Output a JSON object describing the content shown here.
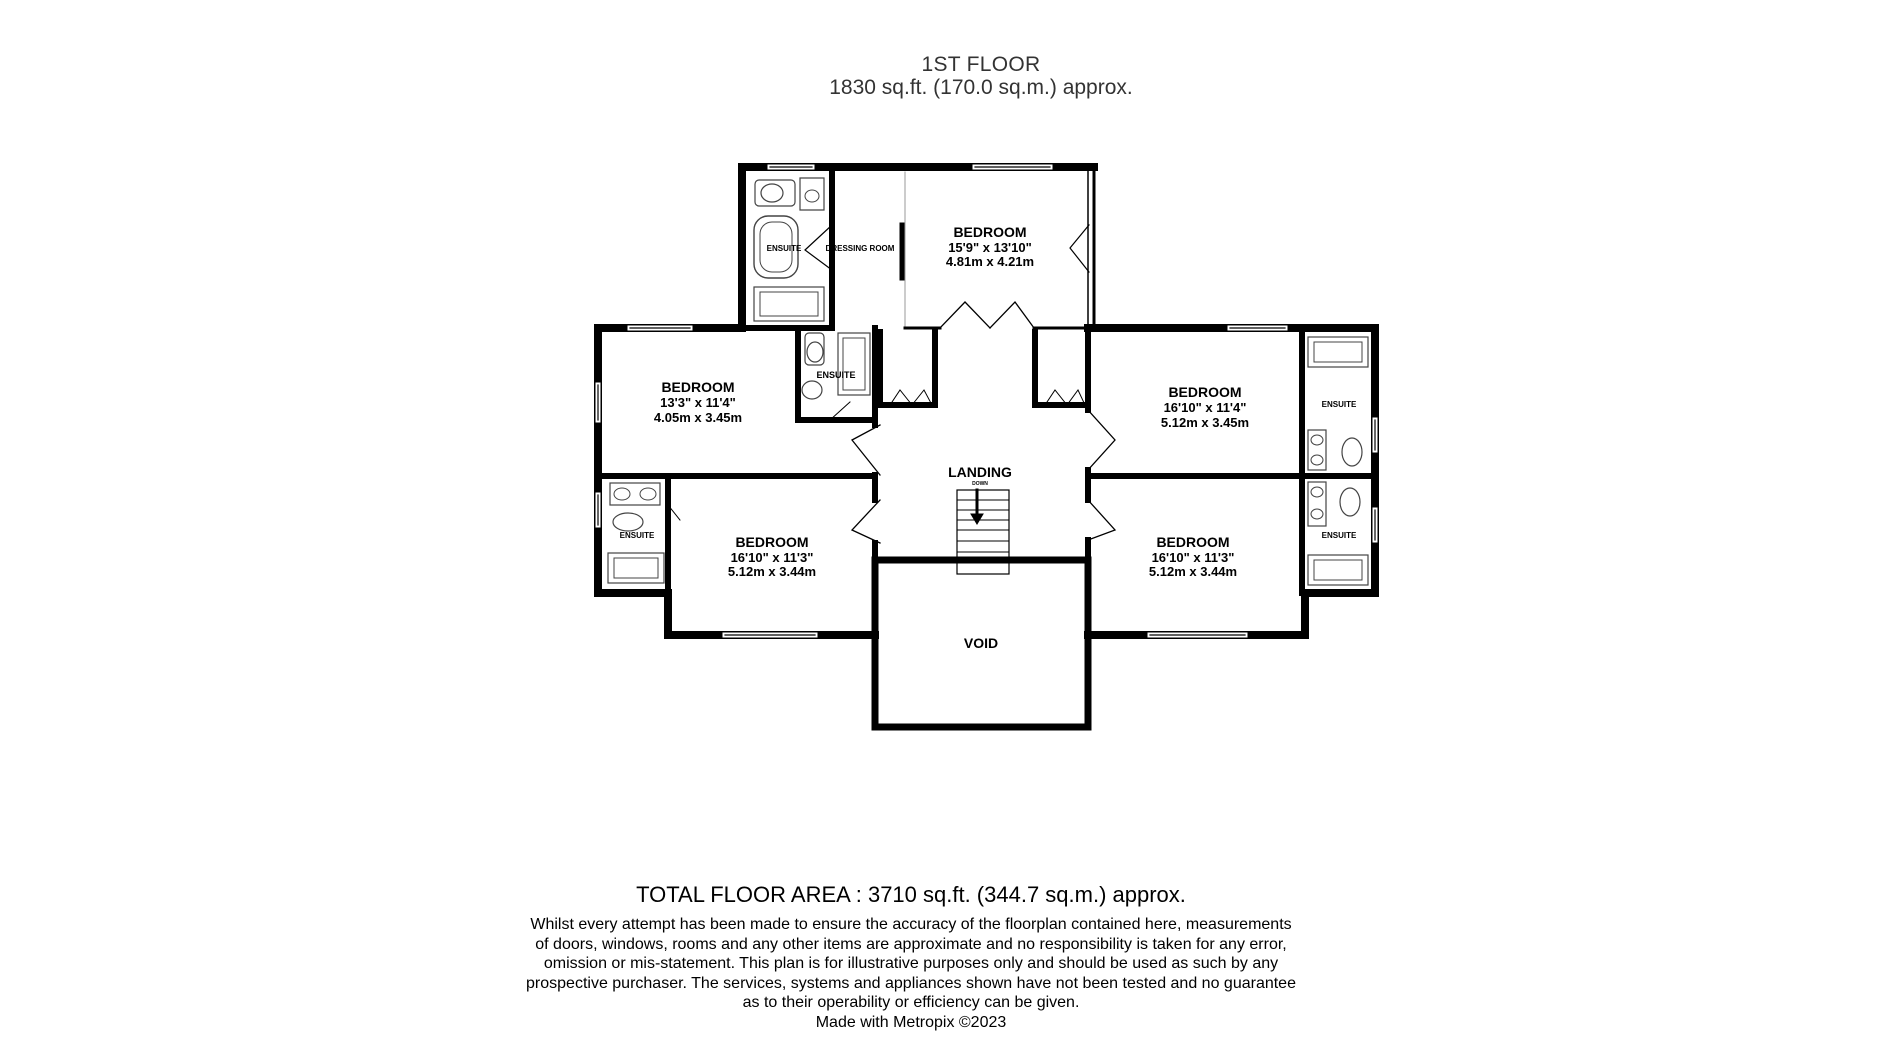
{
  "header": {
    "floor_title": "1ST FLOOR",
    "floor_area": "1830 sq.ft. (170.0 sq.m.) approx."
  },
  "rooms": {
    "master_bedroom": {
      "name": "BEDROOM",
      "imperial": "15'9\"  x 13'10\"",
      "metric": "4.81m  x 4.21m"
    },
    "dressing_room": {
      "name": "DRESSING ROOM"
    },
    "master_ensuite": {
      "name": "ENSUITE"
    },
    "bedroom_2": {
      "name": "BEDROOM",
      "imperial": "13'3\"  x 11'4\"",
      "metric": "4.05m  x 3.45m"
    },
    "ensuite_2": {
      "name": "ENSUITE"
    },
    "bedroom_3": {
      "name": "BEDROOM",
      "imperial": "16'10\"  x 11'4\"",
      "metric": "5.12m  x 3.45m"
    },
    "ensuite_3": {
      "name": "ENSUITE"
    },
    "bedroom_4": {
      "name": "BEDROOM",
      "imperial": "16'10\"  x 11'3\"",
      "metric": "5.12m  x 3.44m"
    },
    "ensuite_4": {
      "name": "ENSUITE"
    },
    "bedroom_5": {
      "name": "BEDROOM",
      "imperial": "16'10\"  x 11'3\"",
      "metric": "5.12m  x 3.44m"
    },
    "ensuite_5": {
      "name": "ENSUITE"
    },
    "landing": {
      "name": "LANDING",
      "stair_label": "DOWN"
    },
    "void": {
      "name": "VOID"
    }
  },
  "footer": {
    "total_area": "TOTAL FLOOR AREA : 3710 sq.ft. (344.7 sq.m.) approx.",
    "disclaimer_lines": [
      "Whilst every attempt has been made to ensure the accuracy of the floorplan contained here, measurements",
      "of doors, windows, rooms and any other items are approximate and no responsibility is taken for any error,",
      "omission or mis-statement. This plan is for illustrative purposes only and should be used as such by any",
      "prospective purchaser. The services, systems and appliances shown have not been tested and no guarantee",
      "as to their operability or efficiency can be given."
    ],
    "credit": "Made with Metropix ©2023"
  },
  "colors": {
    "wall": "#000000",
    "background": "#ffffff",
    "fixture": "#888888"
  }
}
